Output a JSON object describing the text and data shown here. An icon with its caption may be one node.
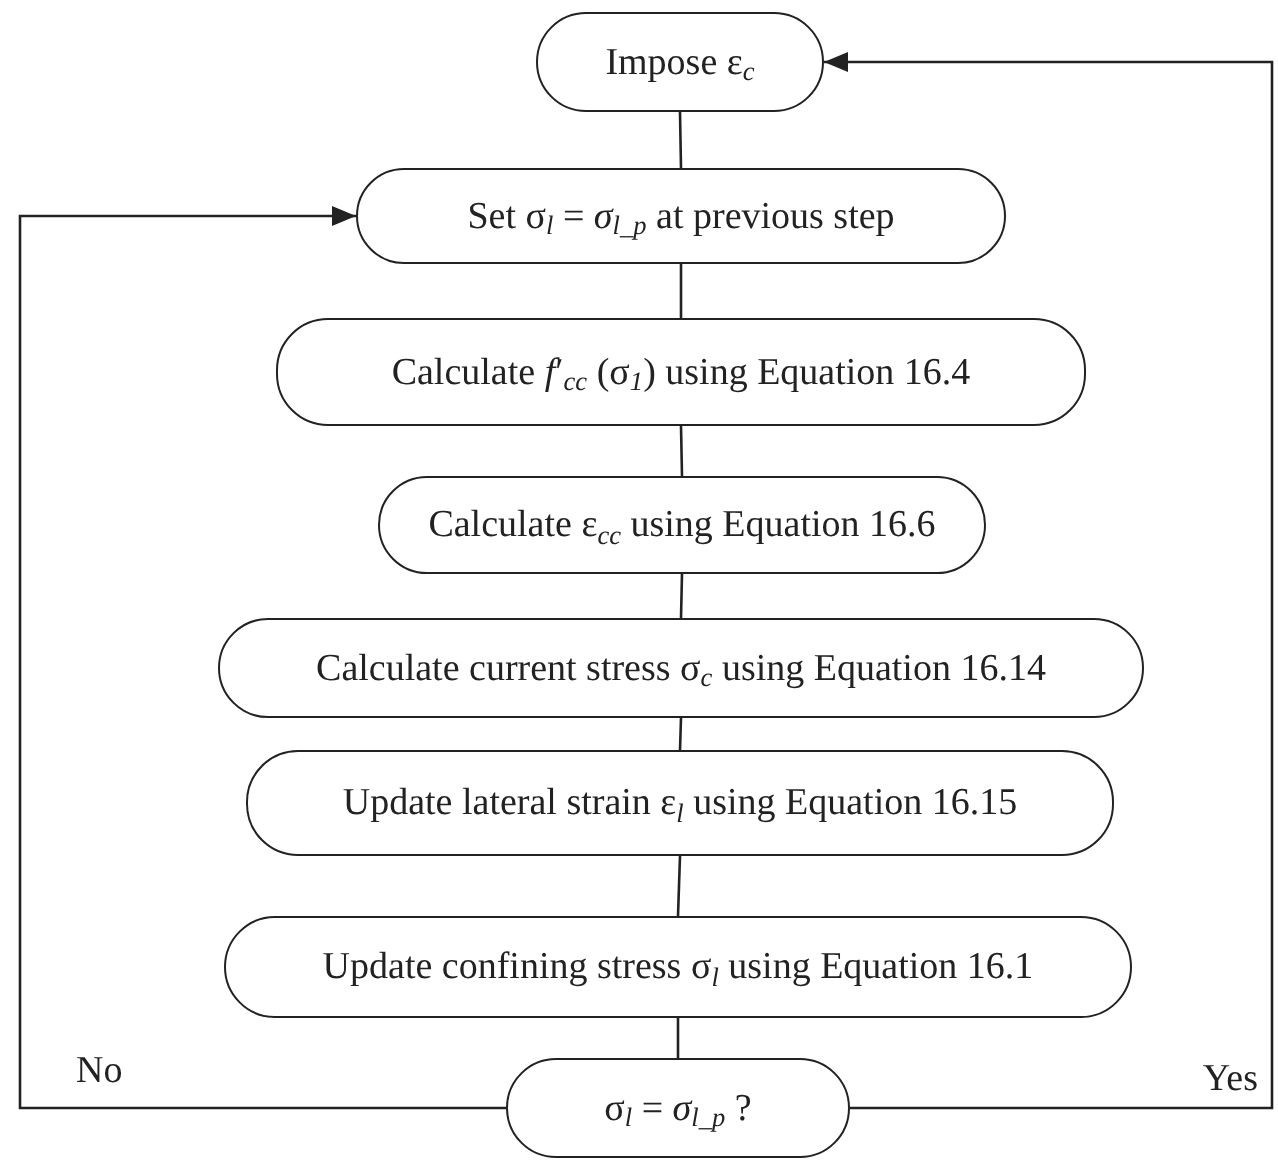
{
  "diagram": {
    "nodes": [
      {
        "text": [
          "Impose ε$_{c}$"
        ]
      },
      {
        "text": [
          "Set σ$_{l}$ = *σ*$_{l_p}$ at previous step"
        ]
      },
      {
        "text": [
          "Calculate *f*′$_{cc}$ (σ$_{1}$) using Equation 16.4"
        ]
      },
      {
        "text": [
          "Calculate ε$_{cc}$ using Equation 16.6"
        ]
      },
      {
        "text": [
          "Calculate current stress σ$_{c}$ using Equation 16.14"
        ]
      },
      {
        "text": [
          "Update lateral strain ε$_{l}$ using Equation 16.15"
        ]
      },
      {
        "text": [
          "Update confining stress σ$_{l}$ using Equation 16.1"
        ]
      },
      {
        "text": [
          "σ$_{l}$ = *σ*$_{l_p}$ ?"
        ]
      }
    ],
    "edges": [
      {
        "from": 0,
        "to": 1,
        "arrow": "none"
      },
      {
        "from": 1,
        "to": 2,
        "arrow": "none"
      },
      {
        "from": 2,
        "to": 3,
        "arrow": "none"
      },
      {
        "from": 3,
        "to": 4,
        "arrow": "none"
      },
      {
        "from": 4,
        "to": 5,
        "arrow": "none"
      },
      {
        "from": 5,
        "to": 6,
        "arrow": "none"
      },
      {
        "from": 6,
        "to": 7,
        "arrow": "none"
      },
      {
        "from": 7,
        "to": 1,
        "arrow": "to",
        "label": "No"
      },
      {
        "from": 7,
        "to": 0,
        "arrow": "to",
        "label": "Yes"
      }
    ]
  }
}
